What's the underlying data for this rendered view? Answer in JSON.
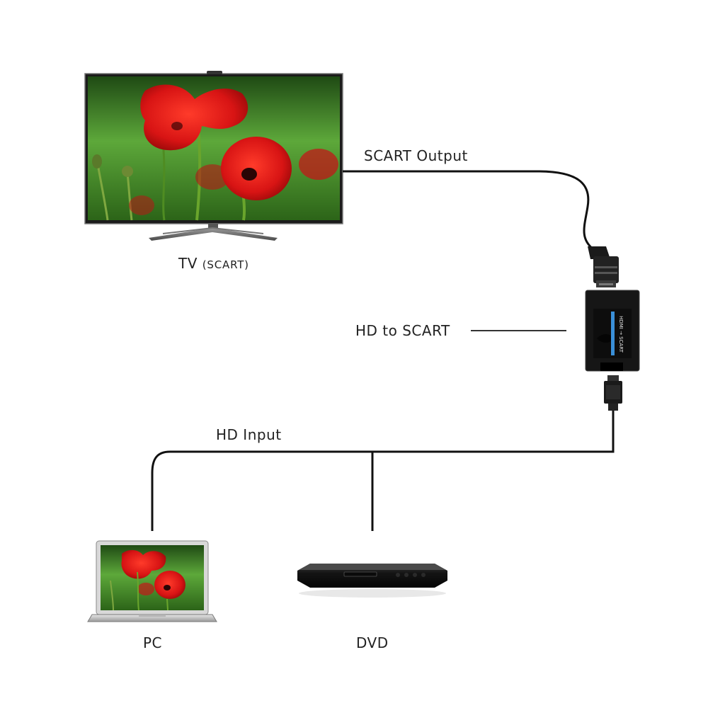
{
  "labels": {
    "tv_main": "TV",
    "tv_sub": "(SCART)",
    "scart_output": "SCART Output",
    "hd_to_scart": "HD to SCART",
    "hd_input": "HD Input",
    "pc": "PC",
    "dvd": "DVD"
  },
  "converter": {
    "face_text": "HDMI → SCART"
  },
  "colors": {
    "cable": "#111111",
    "device_dark": "#1a1a1a",
    "converter_stripe": "#3a8fd8",
    "poppy_red": "#d81414",
    "foliage_green": "#3b8a22"
  }
}
